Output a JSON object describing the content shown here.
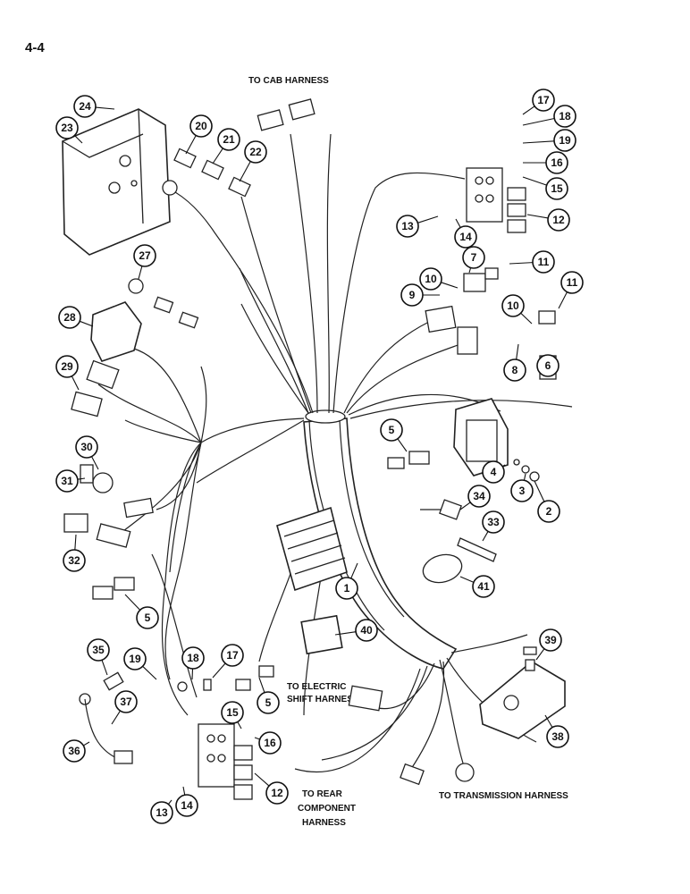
{
  "page": {
    "number": "4-4"
  },
  "labels": {
    "cab": "TO CAB HARNESS",
    "electric_shift": [
      "TO ELECTRIC",
      "SHIFT HARNESS"
    ],
    "rear_component": [
      "TO REAR",
      "COMPONENT",
      "HARNESS"
    ],
    "transmission": "TO TRANSMISSION HARNESS"
  },
  "callouts": [
    "24",
    "23",
    "20",
    "21",
    "22",
    "17",
    "18",
    "19",
    "16",
    "15",
    "12",
    "13",
    "14",
    "27",
    "7",
    "11",
    "10",
    "9",
    "11",
    "10",
    "28",
    "8",
    "6",
    "29",
    "5",
    "30",
    "4",
    "3",
    "2",
    "31",
    "34",
    "33",
    "32",
    "5",
    "1",
    "41",
    "40",
    "35",
    "19",
    "18",
    "17",
    "39",
    "37",
    "5",
    "15",
    "16",
    "36",
    "12",
    "38",
    "13",
    "14"
  ]
}
